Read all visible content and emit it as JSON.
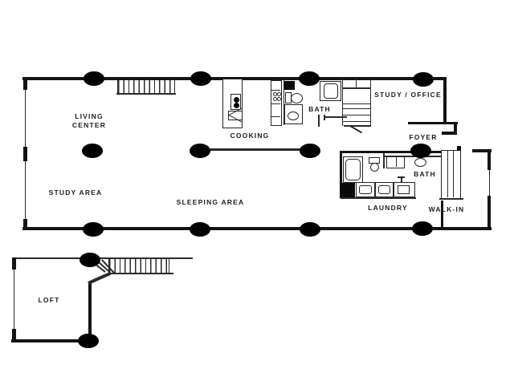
{
  "title": "Loft apartment floor plan",
  "rooms": {
    "living_center": "LIVING CENTER",
    "cooking": "COOKING",
    "bath_upper": "BATH",
    "study_office": "STUDY / OFFICE",
    "foyer": "FOYER",
    "study_area": "STUDY AREA",
    "sleeping_area": "SLEEPING AREA",
    "bath_lower": "BATH",
    "laundry": "LAUNDRY",
    "walk_in": "WALK-IN",
    "loft": "LOFT"
  },
  "colors": {
    "wall": "#141414",
    "line": "#2b2b2b",
    "column": "#000000",
    "background": "#ffffff",
    "text": "#1e1e1e"
  },
  "fixtures": [
    "support-column",
    "stairs",
    "kitchen-island",
    "range-burners",
    "prep-sink",
    "cooktop",
    "toilet",
    "vanity-sink",
    "shower-stall",
    "closet-shelves",
    "water-heater",
    "washer",
    "dryer",
    "utility-sink",
    "wardrobe-rods",
    "door-swing"
  ]
}
